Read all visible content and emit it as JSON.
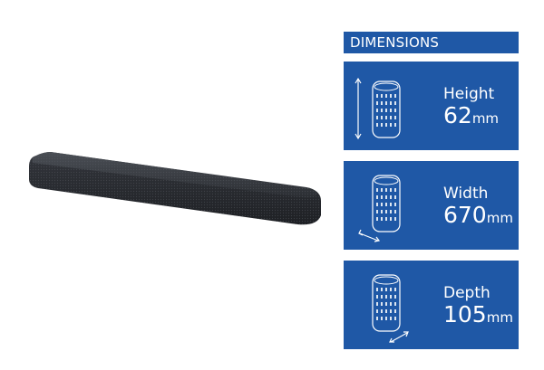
{
  "header": {
    "title": "DIMENSIONS"
  },
  "dimensions": [
    {
      "label": "Height",
      "value": "62",
      "unit": "mm",
      "icon": "height-arrow-icon"
    },
    {
      "label": "Width",
      "value": "670",
      "unit": "mm",
      "icon": "width-arrow-icon"
    },
    {
      "label": "Depth",
      "value": "105",
      "unit": "mm",
      "icon": "depth-arrow-icon"
    }
  ],
  "colors": {
    "panel_blue": "#1f58a6",
    "soundbar": "#2f3238"
  }
}
